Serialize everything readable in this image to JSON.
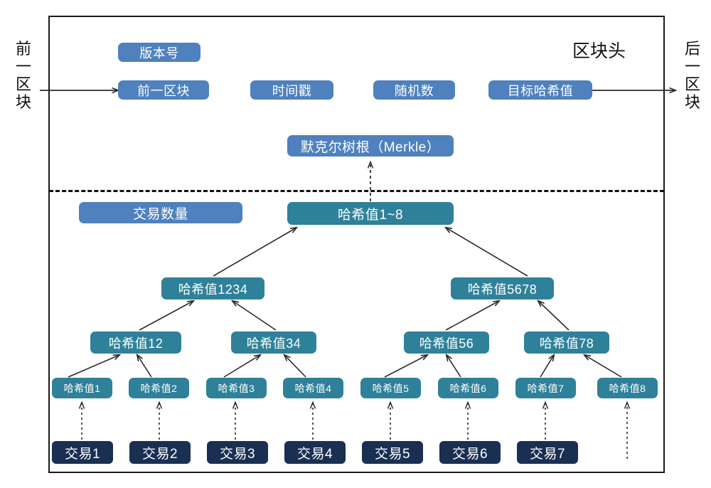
{
  "diagram": {
    "title_block_header": "区块头",
    "side_labels": {
      "previous_block": [
        "前",
        "一",
        "区",
        "块"
      ],
      "next_block": [
        "后",
        "一",
        "区",
        "块"
      ]
    },
    "header_fields": [
      {
        "id": "version",
        "label": "版本号",
        "color": "#4E81BD"
      },
      {
        "id": "prev_block",
        "label": "前一区块",
        "color": "#4E81BD"
      },
      {
        "id": "timestamp",
        "label": "时间戳",
        "color": "#4E81BD"
      },
      {
        "id": "nonce",
        "label": "随机数",
        "color": "#4E81BD"
      },
      {
        "id": "target_hash",
        "label": "目标哈希值",
        "color": "#4E81BD"
      },
      {
        "id": "merkle_root",
        "label": "默克尔树根（Merkle）",
        "color": "#4E81BD"
      }
    ],
    "body_fields": [
      {
        "id": "tx_count",
        "label": "交易数量",
        "color": "#4E81BD"
      }
    ],
    "merkle_tree": {
      "root": {
        "id": "hash_1_8",
        "label": "哈希值1~8",
        "color": "#2E8198"
      },
      "level2": [
        {
          "id": "hash_1234",
          "label": "哈希值1234",
          "color": "#2E8198"
        },
        {
          "id": "hash_5678",
          "label": "哈希值5678",
          "color": "#2E8198"
        }
      ],
      "level3": [
        {
          "id": "hash_12",
          "label": "哈希值12",
          "color": "#2E8198"
        },
        {
          "id": "hash_34",
          "label": "哈希值34",
          "color": "#2E8198"
        },
        {
          "id": "hash_56",
          "label": "哈希值56",
          "color": "#2E8198"
        },
        {
          "id": "hash_78",
          "label": "哈希值78",
          "color": "#2E8198"
        }
      ],
      "leaves": [
        {
          "id": "hash_1",
          "label": "哈希值1",
          "color": "#2E8198"
        },
        {
          "id": "hash_2",
          "label": "哈希值2",
          "color": "#2E8198"
        },
        {
          "id": "hash_3",
          "label": "哈希值3",
          "color": "#2E8198"
        },
        {
          "id": "hash_4",
          "label": "哈希值4",
          "color": "#2E8198"
        },
        {
          "id": "hash_5",
          "label": "哈希值5",
          "color": "#2E8198"
        },
        {
          "id": "hash_6",
          "label": "哈希值6",
          "color": "#2E8198"
        },
        {
          "id": "hash_7",
          "label": "哈希值7",
          "color": "#2E8198"
        },
        {
          "id": "hash_8",
          "label": "哈希值8",
          "color": "#2E8198"
        }
      ]
    },
    "transactions": [
      {
        "id": "tx_1",
        "label": "交易1",
        "color": "#1A2F52"
      },
      {
        "id": "tx_2",
        "label": "交易2",
        "color": "#1A2F52"
      },
      {
        "id": "tx_3",
        "label": "交易3",
        "color": "#1A2F52"
      },
      {
        "id": "tx_4",
        "label": "交易4",
        "color": "#1A2F52"
      },
      {
        "id": "tx_5",
        "label": "交易5",
        "color": "#1A2F52"
      },
      {
        "id": "tx_6",
        "label": "交易6",
        "color": "#1A2F52"
      },
      {
        "id": "tx_7",
        "label": "交易7",
        "color": "#1A2F52"
      }
    ],
    "colors": {
      "header_blue": "#4E81BD",
      "hash_teal": "#2E8198",
      "tx_navy": "#1A2F52",
      "stroke": "#2b2b2b",
      "frame": "#1a1a1a"
    }
  }
}
